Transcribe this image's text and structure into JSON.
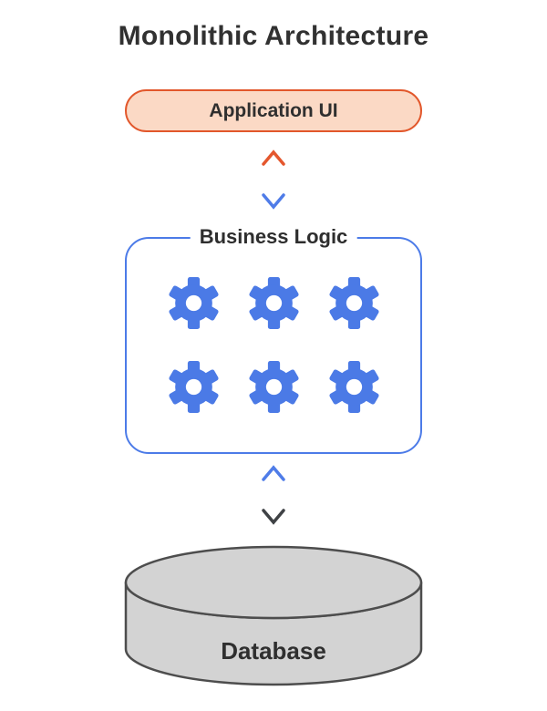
{
  "title": "Monolithic Architecture",
  "nodes": {
    "application_ui": {
      "label": "Application UI"
    },
    "business_logic": {
      "label": "Business Logic",
      "gear_count": 6
    },
    "database": {
      "label": "Database"
    }
  },
  "connections": [
    {
      "from": "application_ui",
      "to": "business_logic",
      "type": "bidirectional-arrow",
      "top_color": "#e4572e",
      "bottom_color": "#4f7ce8"
    },
    {
      "from": "business_logic",
      "to": "database",
      "type": "bidirectional-arrow",
      "top_color": "#4f7ce8",
      "bottom_color": "#3f4245"
    }
  ],
  "icons": {
    "gear": "gear-icon"
  },
  "colors": {
    "background": "#ffffff",
    "title_text": "#313131",
    "application_ui_fill": "#fbd9c5",
    "application_ui_border": "#e2572b",
    "business_logic_border": "#4c7be8",
    "gear_blue": "#4b7ae6",
    "arrow_orange": "#e4572e",
    "arrow_blue": "#4f7ce8",
    "arrow_dark": "#3f4245",
    "database_fill": "#d3d3d3",
    "database_stroke": "#4d4d4d"
  }
}
